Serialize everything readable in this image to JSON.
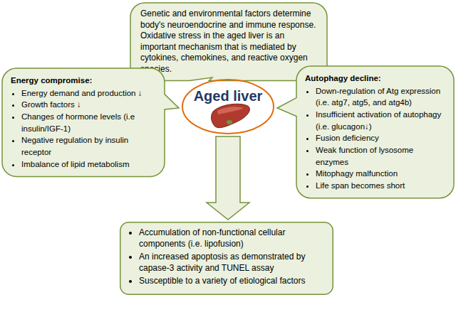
{
  "diagram": {
    "nodes": [
      {
        "text": [
          "Genetic and environmental factors determine body's neuroendocrine and immune response. Oxidative stress in the aged liver is an important mechanism that is mediated by cytokines, chemokines, and reactive oxygen species."
        ]
      },
      {
        "text": [
          "Aged liver"
        ]
      },
      {
        "text": [
          "Energy compromise:",
          "Energy demand and production ↓",
          "Growth factors ↓",
          "Changes of hormone levels (i.e insulin/IGF-1)",
          "Negative regulation by insulin receptor",
          "Imbalance of lipid metabolism"
        ]
      },
      {
        "text": [
          "Autophagy decline:",
          "Down-regulation of Atg expression (i.e. atg7, atg5, and atg4b)",
          "Insufficient activation of autophagy (i.e. glucagon↓)",
          "Fusion deficiency",
          "Weak function of lysosome enzymes",
          "Mitophagy malfunction",
          "Life span becomes short"
        ]
      },
      {
        "text": [
          "Accumulation of non-functional cellular components (i.e. lipofusion)",
          "An increased apoptosis as demonstrated by capase-3 activity and TUNEL assay",
          "Susceptible to a variety of etiological factors"
        ]
      }
    ],
    "edges": [
      {
        "from": 1,
        "to": 4,
        "arrow": "to"
      }
    ]
  }
}
